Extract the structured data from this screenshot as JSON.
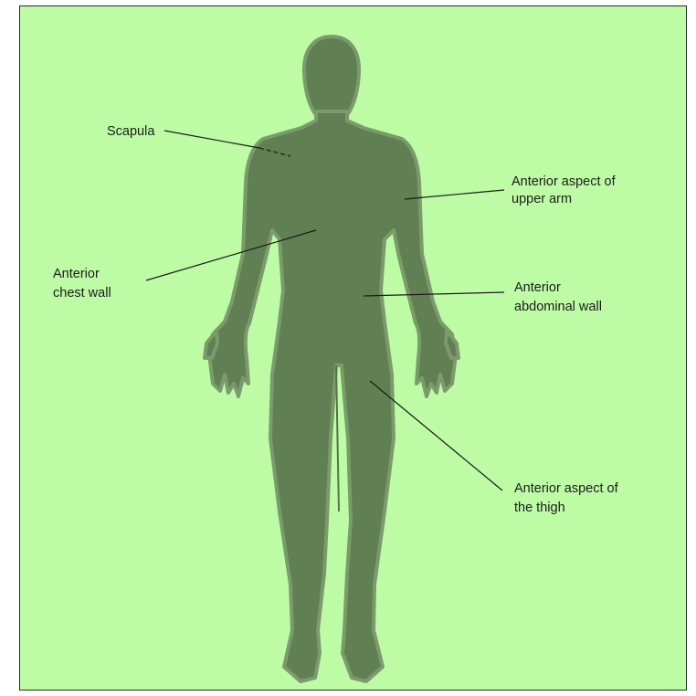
{
  "diagram": {
    "colors": {
      "background": "#bdfca5",
      "body_fill": "#607f52",
      "body_outline": "#7c9b6d",
      "leader_line": "#1b1b1b",
      "text": "#1b1b1b"
    },
    "figure": "human-body-anterior-silhouette",
    "labels": {
      "scapula": "Scapula",
      "upper_arm": [
        "Anterior aspect of",
        "upper arm"
      ],
      "chest_wall": [
        "Anterior",
        "chest wall"
      ],
      "abdominal_wall": [
        "Anterior",
        "abdominal wall"
      ],
      "thigh": [
        "Anterior aspect of",
        "the thigh"
      ]
    }
  }
}
